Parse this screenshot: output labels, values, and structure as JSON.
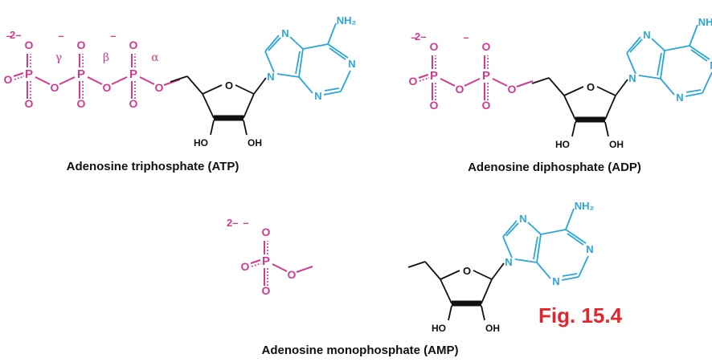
{
  "molecules": [
    {
      "caption": "Adenosine triphosphate (ATP)",
      "charge": "2–",
      "phosphate_labels": [
        "γ",
        "β",
        "α"
      ],
      "phosphate_count": 3
    },
    {
      "caption": "Adenosine diphosphate (ADP)",
      "charge": "2–",
      "phosphate_labels": [],
      "phosphate_count": 2
    },
    {
      "caption": "Adenosine monophosphate (AMP)",
      "charge": "2–",
      "phosphate_labels": [],
      "phosphate_count": 1
    }
  ],
  "atoms": {
    "oxygen": "O",
    "phosphorus": "P",
    "minus": "–",
    "nitrogen": "N",
    "amine": "NH₂",
    "hydroxyl": "OH",
    "hydroxyl_left": "HO"
  },
  "figure_label": "Fig. 15.4",
  "colors": {
    "phosphate": "#d13a8f",
    "adenine": "#2aa6d9",
    "ribose": "#111111",
    "figure_label": "#e0262e"
  }
}
